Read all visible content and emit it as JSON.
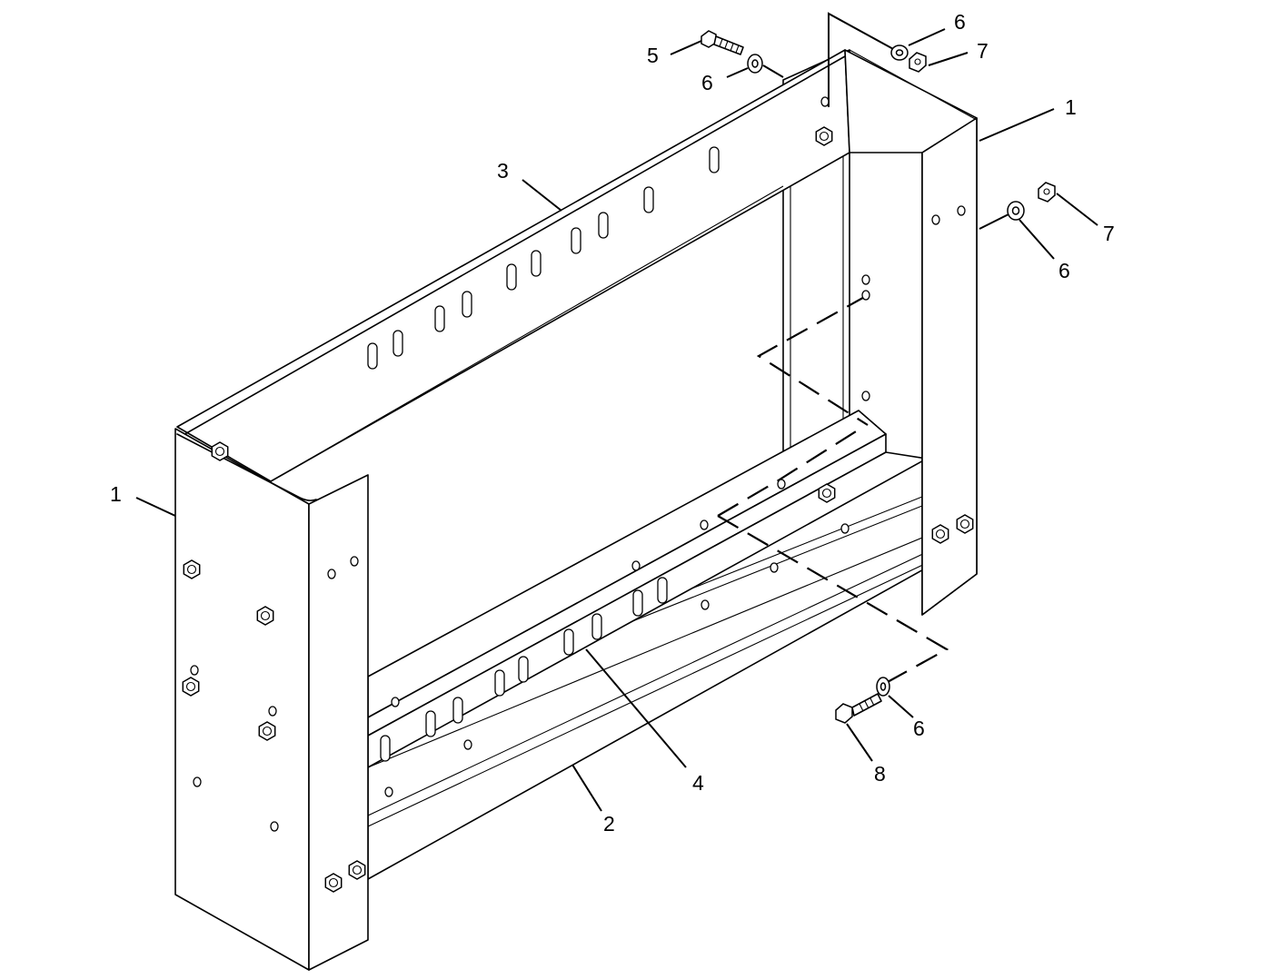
{
  "diagram": {
    "callouts": [
      {
        "id": "c-1-left",
        "text": "1"
      },
      {
        "id": "c-1-right",
        "text": "1"
      },
      {
        "id": "c-2",
        "text": "2"
      },
      {
        "id": "c-3",
        "text": "3"
      },
      {
        "id": "c-4",
        "text": "4"
      },
      {
        "id": "c-5",
        "text": "5"
      },
      {
        "id": "c-6-top-left",
        "text": "6"
      },
      {
        "id": "c-6-top-right",
        "text": "6"
      },
      {
        "id": "c-6-right",
        "text": "6"
      },
      {
        "id": "c-6-bottom",
        "text": "6"
      },
      {
        "id": "c-7-top",
        "text": "7"
      },
      {
        "id": "c-7-right",
        "text": "7"
      },
      {
        "id": "c-8",
        "text": "8"
      }
    ],
    "line_color": "#000000",
    "background_color": "#ffffff"
  }
}
